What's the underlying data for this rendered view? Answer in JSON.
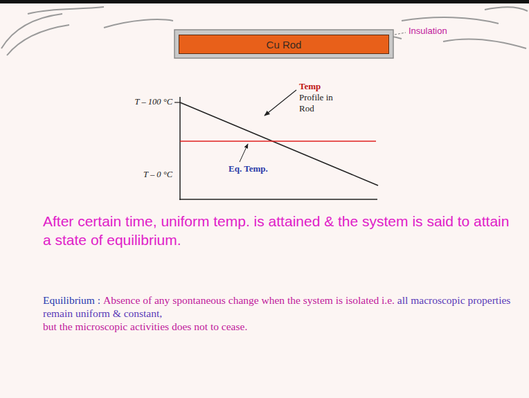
{
  "diagram": {
    "nodes": [
      {
        "text": [
          "Cu Rod"
        ]
      }
    ],
    "labels": [
      "Insulation",
      "T – 100 °C",
      "T – 0 °C",
      "Temp",
      "Profile in Rod",
      "Eq. Temp.",
      "After certain time, uniform temp. is attained & the system is said to attain a state of equilibrium.",
      "Equilibrium :",
      "Absence of any spontaneous change when the system is isolated i.e.",
      "all macroscopic properties remain uniform & constant,",
      "but the microscopic activities does not to cease."
    ]
  }
}
